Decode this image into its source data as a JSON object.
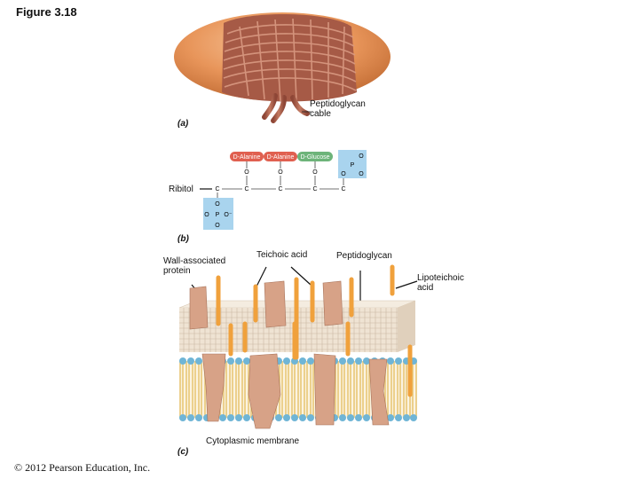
{
  "figure_title": "Figure 3.18",
  "copyright": "© 2012 Pearson Education, Inc.",
  "panel_a": {
    "tag": "(a)",
    "label_peptidoglycan_cable": "Peptidoglycan\ncable"
  },
  "panel_b": {
    "tag": "(b)",
    "label_ribitol": "Ribitol",
    "sugars": [
      "D-Alanine",
      "D-Alanine",
      "D-Glucose"
    ],
    "atom_o": "O",
    "atom_c": "C",
    "atom_p": "P",
    "atom_o_minus": "O⁻"
  },
  "panel_c": {
    "tag": "(c)",
    "label_wall_protein": "Wall-associated\nprotein",
    "label_teichoic": "Teichoic acid",
    "label_peptidoglycan": "Peptidoglycan",
    "label_lipoteichoic": "Lipoteichoic\nacid",
    "label_membrane": "Cytoplasmic membrane"
  },
  "colors": {
    "cell_orange": "#e8955a",
    "cable_brown": "#b4644e",
    "alanine_red": "#e06050",
    "glucose_green": "#6db47a",
    "phosphate_blue": "#a9d4ee",
    "teichoic_orange": "#f0a13c",
    "wall_beige": "#efe3d3",
    "lipid_head_blue": "#6fb5d6",
    "lipid_tail_yellow": "#e8c878",
    "protein_tan": "#d7a287"
  }
}
